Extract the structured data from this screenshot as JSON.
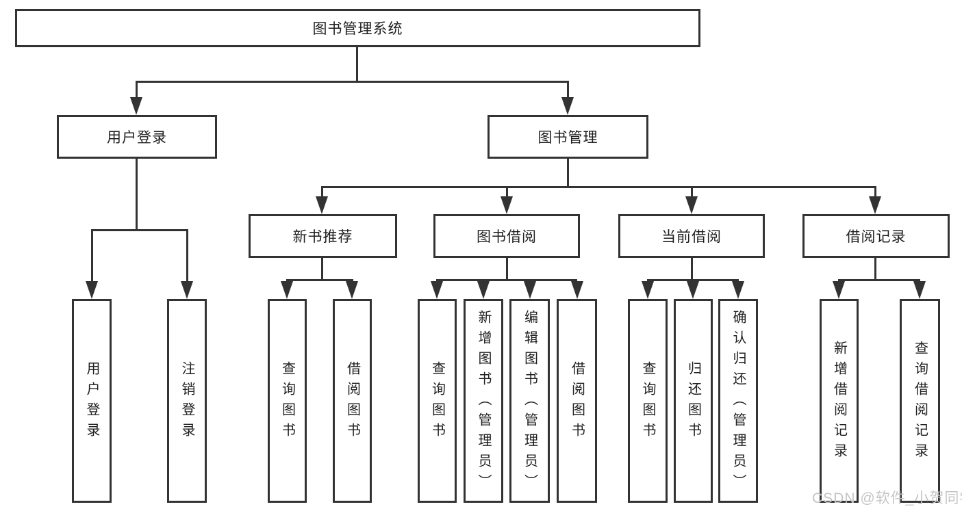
{
  "diagram": {
    "root": {
      "label": "图书管理系统"
    },
    "branches": [
      {
        "label": "用户登录",
        "children": [
          {
            "label": "用户登录"
          },
          {
            "label": "注销登录"
          }
        ]
      },
      {
        "label": "图书管理",
        "children": [
          {
            "label": "新书推荐",
            "children": [
              {
                "label": "查询图书"
              },
              {
                "label": "借阅图书"
              }
            ]
          },
          {
            "label": "图书借阅",
            "children": [
              {
                "label": "查询图书"
              },
              {
                "label": "新增图书（管理员）"
              },
              {
                "label": "编辑图书（管理员）"
              },
              {
                "label": "借阅图书"
              }
            ]
          },
          {
            "label": "当前借阅",
            "children": [
              {
                "label": "查询图书"
              },
              {
                "label": "归还图书"
              },
              {
                "label": "确认归还（管理员）"
              }
            ]
          },
          {
            "label": "借阅记录",
            "children": [
              {
                "label": "新增借阅记录"
              },
              {
                "label": "查询借阅记录"
              }
            ]
          }
        ]
      }
    ]
  },
  "watermark": {
    "text": "CSDN @软件_小贺同学"
  },
  "colors": {
    "line": "#333333",
    "box_border": "#333333",
    "text": "#1f1f1f",
    "background": "#ffffff",
    "watermark": "#c5c5c5"
  }
}
